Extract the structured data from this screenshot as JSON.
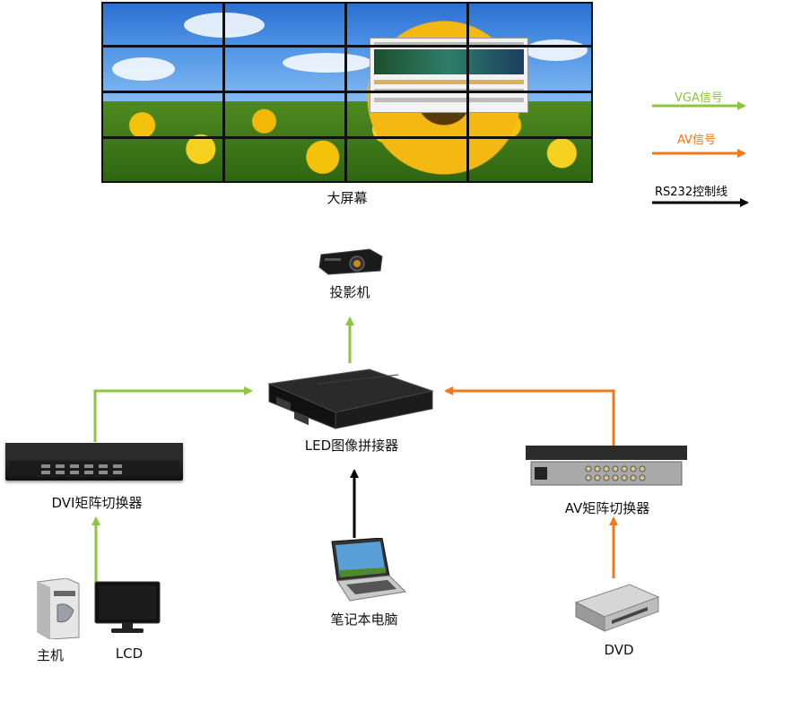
{
  "labels": {
    "big_screen": "大屏幕",
    "projector": "投影机",
    "led_splicer": "LED图像拼接器",
    "dvi_matrix": "DVI矩阵切换器",
    "av_matrix": "AV矩阵切换器",
    "laptop": "笔记本电脑",
    "host": "主机",
    "lcd": "LCD",
    "dvd": "DVD"
  },
  "legend": [
    {
      "label": "VGA信号",
      "color": "#8cc63f"
    },
    {
      "label": "AV信号",
      "color": "#f07a1a"
    },
    {
      "label": "RS232控制线",
      "color": "#000000"
    }
  ],
  "colors": {
    "vga": "#8cc63f",
    "av": "#f07a1a",
    "rs232": "#000000"
  },
  "icons": {
    "video_wall": "video-wall-image",
    "projector": "projector-icon",
    "led_splicer": "rack-server-icon",
    "dvi_matrix": "matrix-switcher-icon",
    "av_matrix": "matrix-switcher-icon",
    "laptop": "laptop-icon",
    "host": "pc-tower-icon",
    "lcd": "monitor-icon",
    "dvd": "dvd-player-icon"
  }
}
